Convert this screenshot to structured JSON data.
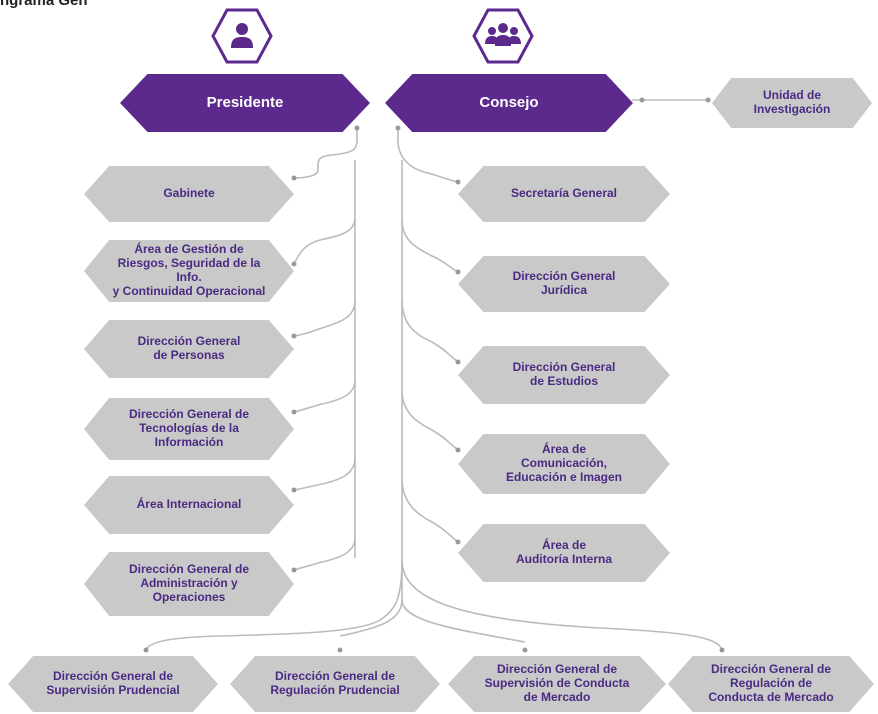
{
  "title": "ngrama Gen",
  "colors": {
    "purple": "#5b2a8c",
    "grey": "#c9c9c9",
    "text": "#4a2a82",
    "line": "#bbbbbb"
  },
  "icons": {
    "president": "person-icon",
    "council": "group-icon"
  },
  "top": {
    "president": "Presidente",
    "council": "Consejo",
    "unit": "Unidad de\nInvestigación"
  },
  "left_units": [
    "Gabinete",
    "Área de Gestión de\nRiesgos, Seguridad de la Info.\ny Continuidad Operacional",
    "Dirección General\nde Personas",
    "Dirección General de\nTecnologías de la\nInformación",
    "Área Internacional",
    "Dirección General de\nAdministración y\nOperaciones"
  ],
  "right_units": [
    "Secretaría General",
    "Dirección General\nJurídica",
    "Dirección General\nde Estudios",
    "Área de\nComunicación,\nEducación e Imagen",
    "Área de\nAuditoría Interna"
  ],
  "bottom_units": [
    "Dirección General de\nSupervisión Prudencial",
    "Dirección General de\nRegulación Prudencial",
    "Dirección General de\nSupervisión de Conducta\nde Mercado",
    "Dirección General de\nRegulación de\nConducta de Mercado"
  ]
}
